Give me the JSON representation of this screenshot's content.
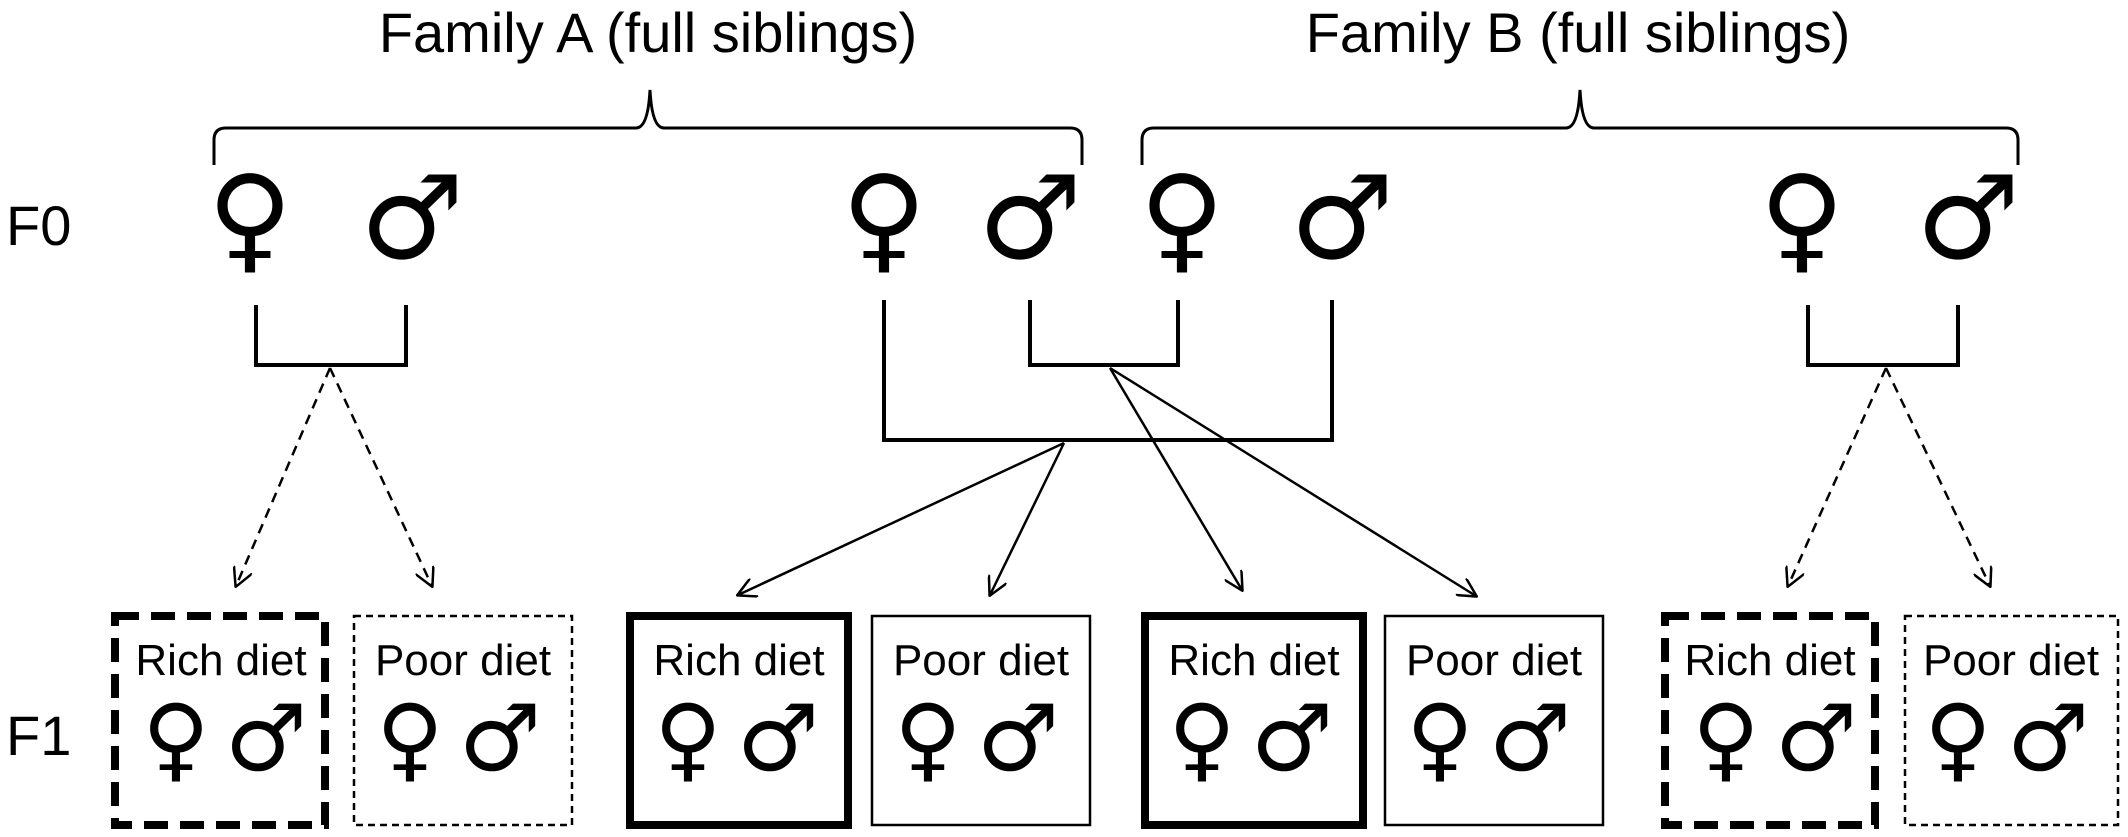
{
  "headers": {
    "family_a": "Family A (full siblings)",
    "family_b": "Family B (full siblings)"
  },
  "generations": {
    "f0": "F0",
    "f1": "F1"
  },
  "symbols": {
    "female": "♀",
    "male": "♂"
  },
  "boxes": [
    {
      "label": "Rich diet",
      "border": "thick-dashed"
    },
    {
      "label": "Poor diet",
      "border": "thin-dashed"
    },
    {
      "label": "Rich diet",
      "border": "thick-solid"
    },
    {
      "label": "Poor diet",
      "border": "thin-solid"
    },
    {
      "label": "Rich diet",
      "border": "thick-solid"
    },
    {
      "label": "Poor diet",
      "border": "thin-solid"
    },
    {
      "label": "Rich diet",
      "border": "thick-dashed"
    },
    {
      "label": "Poor diet",
      "border": "thin-dashed"
    }
  ]
}
